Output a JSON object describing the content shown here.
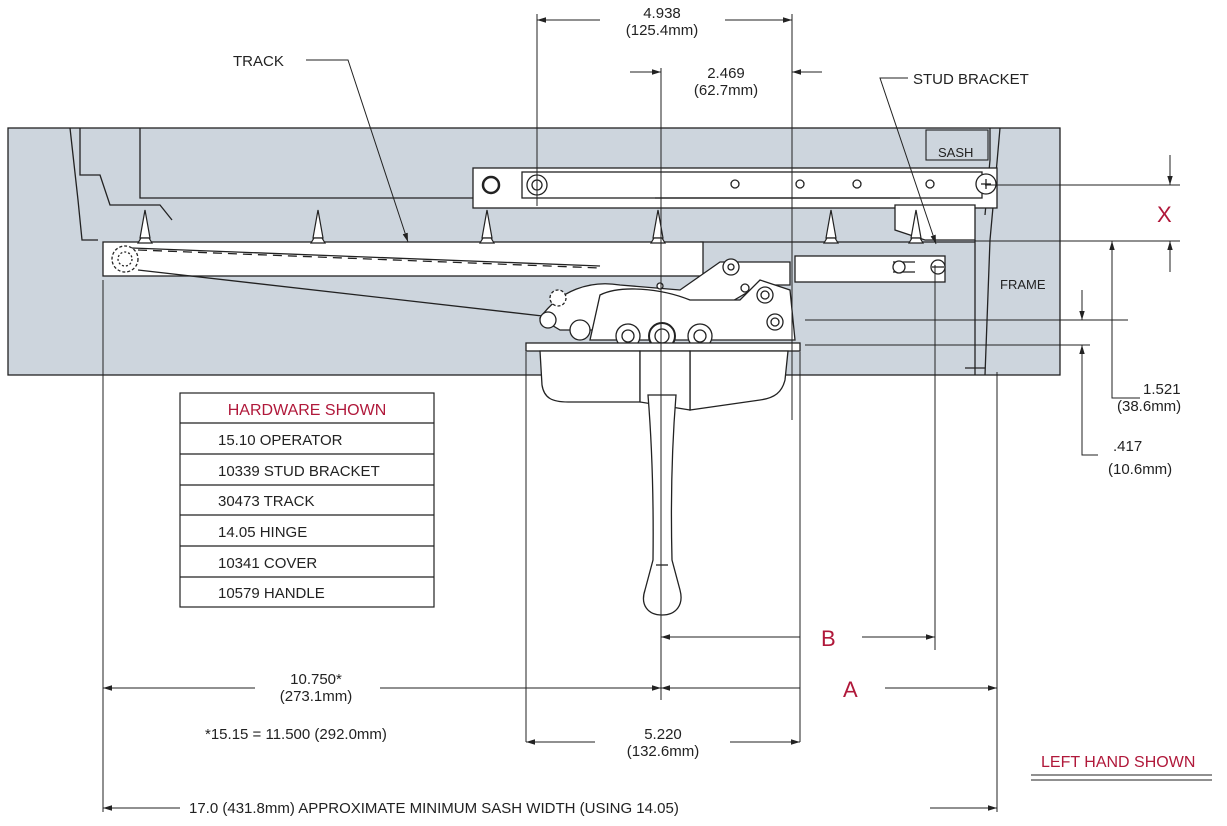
{
  "labels": {
    "track": "TRACK",
    "stud_bracket": "STUD BRACKET",
    "sash": "SASH",
    "frame": "FRAME",
    "x": "X",
    "a": "A",
    "b": "B",
    "left_hand_shown": "LEFT HAND SHOWN",
    "note": "*15.15 = 11.500 (292.0mm)",
    "min_sash_width": "17.0 (431.8mm) APPROXIMATE MINIMUM SASH WIDTH (USING 14.05)"
  },
  "dimensions": {
    "d4938": {
      "inch": "4.938",
      "mm": "(125.4mm)"
    },
    "d2469": {
      "inch": "2.469",
      "mm": "(62.7mm)"
    },
    "d1521": {
      "inch": "1.521",
      "mm": "(38.6mm)"
    },
    "d417": {
      "inch": ".417",
      "mm": "(10.6mm)"
    },
    "d10750": {
      "inch": "10.750*",
      "mm": "(273.1mm)"
    },
    "d5220": {
      "inch": "5.220",
      "mm": "(132.6mm)"
    }
  },
  "hardware_table": {
    "header": "HARDWARE SHOWN",
    "rows": [
      "15.10 OPERATOR",
      "10339 STUD BRACKET",
      "30473 TRACK",
      "14.05 HINGE",
      "10341 COVER",
      "10579 HANDLE"
    ]
  },
  "colors": {
    "frame_fill": "#cdd5dd",
    "accent_red": "#b0183a",
    "line": "#222222"
  }
}
